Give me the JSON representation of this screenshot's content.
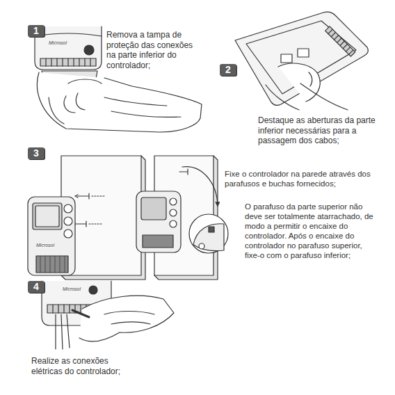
{
  "diagram": {
    "nodes": [
      {
        "text": [
          "1"
        ]
      },
      {
        "text": [
          "2"
        ]
      },
      {
        "text": [
          "3"
        ]
      },
      {
        "text": [
          "4"
        ]
      }
    ],
    "labels": [
      "Remova a tampa de proteção das conexões na parte inferior do controlador;",
      "Microsol",
      "Destaque as aberturas da parte inferior necessárias para a passagem dos cabos;",
      "Fixe o controlador na parede através dos parafusos e buchas fornecidos;",
      "O parafuso da parte superior não deve ser totalmente atarrachado, de modo a permitir o encaixe do controlador. Após o encaixe do controlador no parafuso superior, fixe-o com o parafuso inferior;",
      "Microsol",
      "Microsol",
      "Realize as conexões elétricas do controlador;"
    ]
  }
}
